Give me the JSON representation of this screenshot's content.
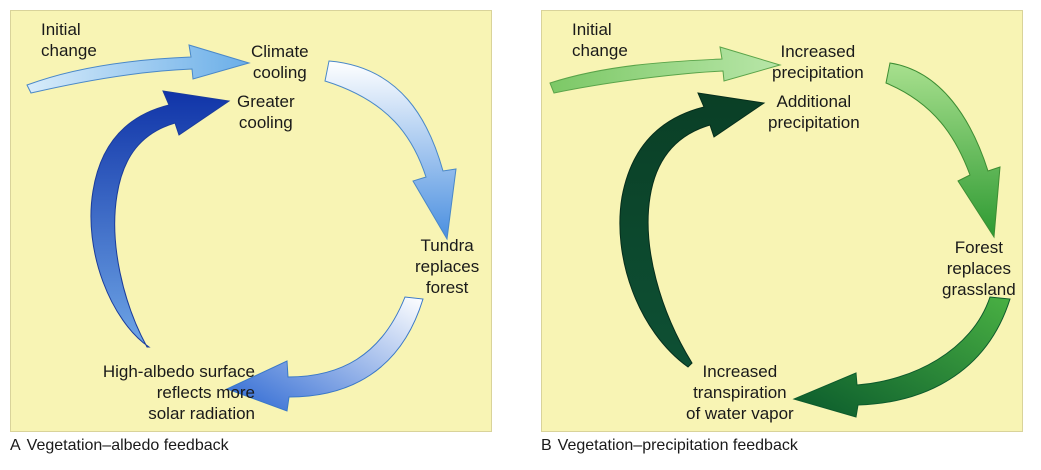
{
  "panels": [
    {
      "letter": "A",
      "title": "Vegetation–albedo feedback",
      "labels": {
        "initial": [
          "Initial",
          "change"
        ],
        "top": [
          "Climate",
          "cooling"
        ],
        "feedback": [
          "Greater",
          "cooling"
        ],
        "right": [
          "Tundra",
          "replaces",
          "forest"
        ],
        "bottom": [
          "High-albedo surface",
          "reflects more",
          "solar radiation"
        ]
      },
      "colors": {
        "panel": "#f8f4b4",
        "light": "#d8ecfa",
        "mid": "#8cc0ec",
        "dark": "#1f56c0",
        "white": "#ffffff"
      }
    },
    {
      "letter": "B",
      "title": "Vegetation–precipitation feedback",
      "labels": {
        "initial": [
          "Initial",
          "change"
        ],
        "top": [
          "Increased",
          "precipitation"
        ],
        "feedback": [
          "Additional",
          "precipitation"
        ],
        "right": [
          "Forest",
          "replaces",
          "grassland"
        ],
        "bottom": [
          "Increased",
          "transpiration",
          "of water vapor"
        ]
      },
      "colors": {
        "panel": "#f8f4b4",
        "light": "#9bd88a",
        "mid": "#3fae3b",
        "dark": "#0b4a2e",
        "white": "#e6f4c4"
      }
    }
  ]
}
